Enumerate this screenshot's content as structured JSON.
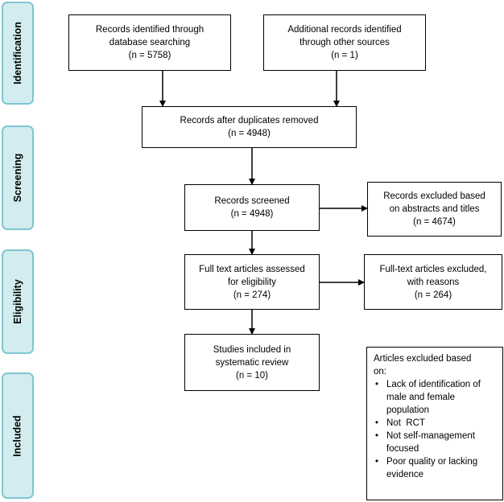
{
  "stages": {
    "identification": "Identification",
    "screening": "Screening",
    "eligibility": "Eligibility",
    "included": "Included"
  },
  "boxes": {
    "database": [
      "Records identified through",
      "database searching",
      "(n = 5758)"
    ],
    "other_sources": [
      "Additional records identified",
      "through other sources",
      "(n = 1)"
    ],
    "duplicates_removed": [
      "Records after duplicates removed",
      "(n = 4948)"
    ],
    "screened": [
      "Records screened",
      "(n = 4948)"
    ],
    "excluded_abstracts": [
      "Records excluded based",
      "on abstracts and titles",
      "(n = 4674)"
    ],
    "fulltext_assessed": [
      "Full text articles assessed",
      "for eligibility",
      "(n = 274)"
    ],
    "fulltext_excluded": [
      "Full-text articles excluded,",
      "with reasons",
      "(n = 264)"
    ],
    "included_studies": [
      "Studies included in",
      "systematic review",
      "(n = 10)"
    ]
  },
  "exclusion_notes": {
    "header": [
      "Articles excluded based",
      "on:"
    ],
    "items": [
      [
        "Lack of identification of",
        "male and female",
        "population"
      ],
      [
        "Not  RCT"
      ],
      [
        "Not self-management",
        "focused"
      ],
      [
        "Poor quality or lacking",
        "evidence"
      ]
    ],
    "bullet": "•"
  }
}
